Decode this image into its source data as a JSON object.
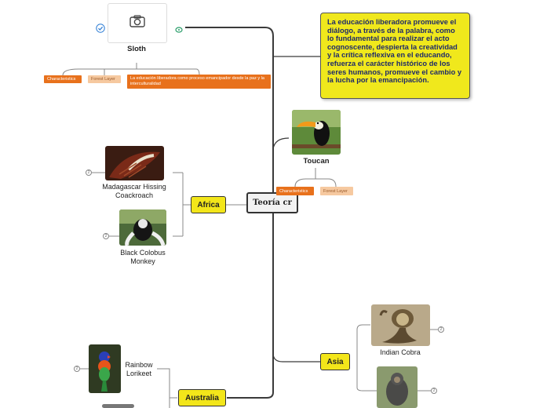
{
  "central": {
    "title": "Teoría cr"
  },
  "callout": {
    "text": "La educación liberadora promueve el diálogo, a través de la palabra, como lo fundamental para realizar el acto cognoscente, despierta la creatividad y la crítica reflexiva en el educando, refuerza el carácter histórico de los seres humanos, promueve el cambio y la lucha por la emancipación."
  },
  "sloth": {
    "title": "Sloth",
    "tags": [
      "Characteristics",
      "Forest Layer",
      "La educación liberadora como proceso emancipador desde la paz y la interculturalidad"
    ]
  },
  "toucan": {
    "title": "Toucan",
    "tags": [
      "Characteristics",
      "Forest Layer"
    ]
  },
  "africa": {
    "title": "Africa",
    "items": [
      {
        "label": "Madagascar Hissing Coackroach",
        "badge": "2"
      },
      {
        "label": "Black Colobus Monkey",
        "badge": "2"
      }
    ]
  },
  "asia": {
    "title": "Asia",
    "items": [
      {
        "label": "Indian Cobra",
        "badge": "2"
      },
      {
        "label": "",
        "badge": "2"
      }
    ]
  },
  "australia": {
    "title": "Australia",
    "items": [
      {
        "label": "Rainbow Lorikeet",
        "badge": "2"
      }
    ]
  },
  "colors": {
    "topic": "#f3e61a",
    "callout": "#f0e81c",
    "tag": "#e8711c",
    "tag_light": "#f6c9a0"
  }
}
